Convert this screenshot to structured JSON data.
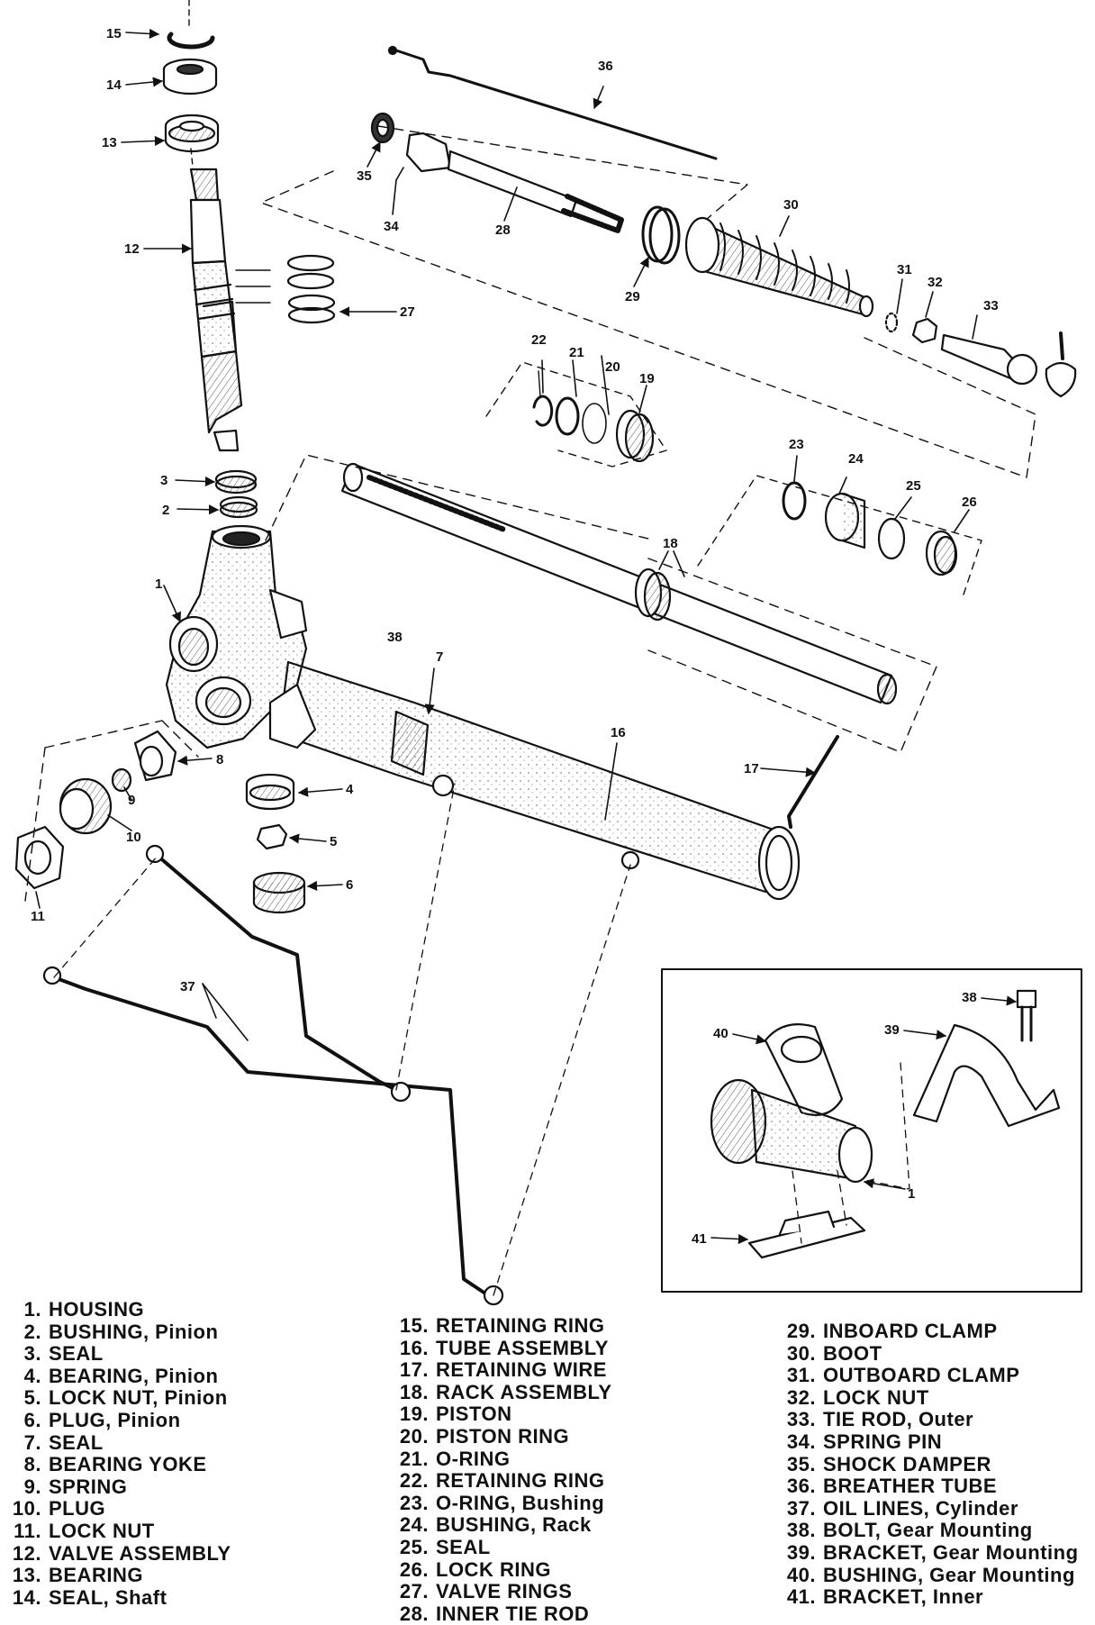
{
  "callouts": {
    "c1": "1",
    "c2": "2",
    "c3": "3",
    "c4": "4",
    "c5": "5",
    "c6": "6",
    "c7": "7",
    "c8": "8",
    "c9": "9",
    "c10": "10",
    "c11": "11",
    "c12": "12",
    "c13": "13",
    "c14": "14",
    "c15": "15",
    "c16": "16",
    "c17": "17",
    "c18": "18",
    "c19": "19",
    "c20": "20",
    "c21": "21",
    "c22": "22",
    "c23": "23",
    "c24": "24",
    "c25": "25",
    "c26": "26",
    "c27": "27",
    "c28": "28",
    "c29": "29",
    "c30": "30",
    "c31": "31",
    "c32": "32",
    "c33": "33",
    "c34": "34",
    "c35": "35",
    "c36": "36",
    "c37": "37",
    "c38": "38",
    "c38b": "38",
    "c39": "39",
    "c40": "40",
    "c41": "41",
    "c1b": "1"
  },
  "legend": {
    "col1": [
      {
        "num": "1.",
        "label": "HOUSING"
      },
      {
        "num": "2.",
        "label": "BUSHING, Pinion"
      },
      {
        "num": "3.",
        "label": "SEAL"
      },
      {
        "num": "4.",
        "label": "BEARING, Pinion"
      },
      {
        "num": "5.",
        "label": "LOCK NUT, Pinion"
      },
      {
        "num": "6.",
        "label": "PLUG, Pinion"
      },
      {
        "num": "7.",
        "label": "SEAL"
      },
      {
        "num": "8.",
        "label": "BEARING YOKE"
      },
      {
        "num": "9.",
        "label": "SPRING"
      },
      {
        "num": "10.",
        "label": "PLUG"
      },
      {
        "num": "11.",
        "label": "LOCK NUT"
      },
      {
        "num": "12.",
        "label": "VALVE ASSEMBLY"
      },
      {
        "num": "13.",
        "label": "BEARING"
      },
      {
        "num": "14.",
        "label": "SEAL, Shaft"
      }
    ],
    "col2": [
      {
        "num": "15.",
        "label": "RETAINING RING"
      },
      {
        "num": "16.",
        "label": "TUBE ASSEMBLY"
      },
      {
        "num": "17.",
        "label": "RETAINING WIRE"
      },
      {
        "num": "18.",
        "label": "RACK ASSEMBLY"
      },
      {
        "num": "19.",
        "label": "PISTON"
      },
      {
        "num": "20.",
        "label": "PISTON RING"
      },
      {
        "num": "21.",
        "label": "O-RING"
      },
      {
        "num": "22.",
        "label": "RETAINING RING"
      },
      {
        "num": "23.",
        "label": "O-RING, Bushing"
      },
      {
        "num": "24.",
        "label": "BUSHING, Rack"
      },
      {
        "num": "25.",
        "label": "SEAL"
      },
      {
        "num": "26.",
        "label": "LOCK RING"
      },
      {
        "num": "27.",
        "label": "VALVE RINGS"
      },
      {
        "num": "28.",
        "label": "INNER TIE ROD"
      }
    ],
    "col3": [
      {
        "num": "29.",
        "label": "INBOARD CLAMP"
      },
      {
        "num": "30.",
        "label": "BOOT"
      },
      {
        "num": "31.",
        "label": "OUTBOARD CLAMP"
      },
      {
        "num": "32.",
        "label": "LOCK NUT"
      },
      {
        "num": "33.",
        "label": "TIE ROD, Outer"
      },
      {
        "num": "34.",
        "label": "SPRING PIN"
      },
      {
        "num": "35.",
        "label": "SHOCK DAMPER"
      },
      {
        "num": "36.",
        "label": "BREATHER TUBE"
      },
      {
        "num": "37.",
        "label": "OIL LINES, Cylinder"
      },
      {
        "num": "38.",
        "label": "BOLT, Gear Mounting"
      },
      {
        "num": "39.",
        "label": "BRACKET, Gear Mounting"
      },
      {
        "num": "40.",
        "label": "BUSHING, Gear Mounting"
      },
      {
        "num": "41.",
        "label": "BRACKET, Inner"
      }
    ]
  }
}
